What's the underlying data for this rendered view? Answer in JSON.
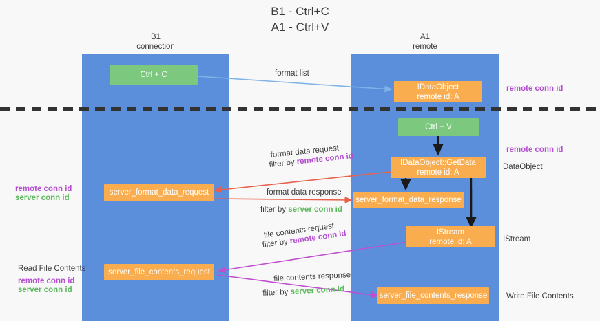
{
  "title": {
    "line1": "B1 - Ctrl+C",
    "line2": "A1 - Ctrl+V"
  },
  "columns": [
    {
      "name": "B1",
      "role": "connection"
    },
    {
      "name": "A1",
      "role": "remote"
    }
  ],
  "boxes": {
    "ctrl_c": "Ctrl + C",
    "ctrl_v": "Ctrl + V",
    "idataobject_title": "IDataObject",
    "idataobject_sub": "remote id: A",
    "getdata_title": "IDataObject::GetData",
    "getdata_sub": "remote id: A",
    "istream_title": "IStream",
    "istream_sub": "remote id: A",
    "server_format_data_request": "server_format_data_request",
    "server_format_data_response": "server_format_data_response",
    "server_file_contents_request": "server_file_contents_request",
    "server_file_contents_response": "server_file_contents_response"
  },
  "arrow_labels": {
    "format_list": "format list",
    "format_data_request": "format data request",
    "format_data_request_filter_prefix": "filter by ",
    "format_data_request_filter_key": "remote conn id",
    "format_data_response": "format data response",
    "format_data_response_filter_prefix": "filter by ",
    "format_data_response_filter_key": "server conn id",
    "file_contents_request": "file contents request",
    "file_contents_request_filter_prefix": "filter by ",
    "file_contents_request_filter_key": "remote conn id",
    "file_contents_response": "file contents response",
    "file_contents_response_filter_prefix": "filter by ",
    "file_contents_response_filter_key": "server conn id"
  },
  "side_labels": {
    "right_remote_conn_id_top": "remote conn id",
    "right_remote_conn_id_mid": "remote conn id",
    "right_dataobject": "DataObject",
    "right_istream": "IStream",
    "right_write_file_contents": "Write File Contents",
    "left_remote_conn_id_mid": "remote conn id",
    "left_server_conn_id_mid": "server conn id",
    "left_read_file_contents": "Read File Contents",
    "left_remote_conn_id_bottom": "remote conn id",
    "left_server_conn_id_bottom": "server conn id"
  },
  "colors": {
    "lane": "#5b8fdb",
    "box_orange": "#f9ad4e",
    "box_green": "#7dc87f",
    "accent_purple": "#b44fd0",
    "accent_green": "#5cb85c",
    "arrow_blue": "#7fb3e8",
    "arrow_red": "#e8604c",
    "arrow_magenta": "#c04fd0",
    "arrow_black": "#1a1a1a",
    "divider_dash": "#333333",
    "background": "#f8f8f8"
  }
}
